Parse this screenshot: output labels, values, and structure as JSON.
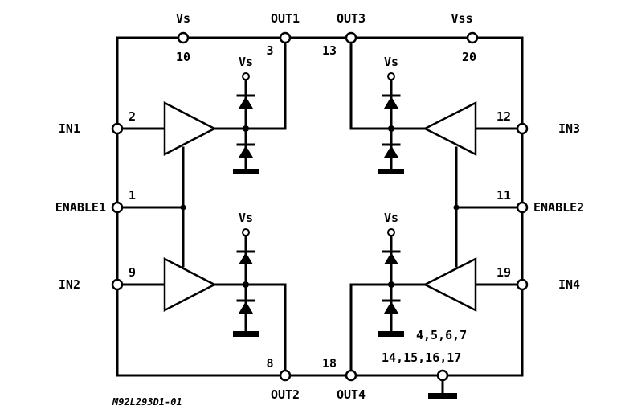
{
  "diagram": {
    "top_pins": {
      "vs": {
        "name": "Vs",
        "number": "10"
      },
      "out1": {
        "name": "OUT1",
        "number": "3"
      },
      "out3": {
        "name": "OUT3",
        "number": "13"
      },
      "vss": {
        "name": "Vss",
        "number": "20"
      }
    },
    "side_pins": {
      "in1": {
        "name": "IN1",
        "number": "2"
      },
      "enable1": {
        "name": "ENABLE1",
        "number": "1"
      },
      "in2": {
        "name": "IN2",
        "number": "9"
      },
      "in3": {
        "name": "IN3",
        "number": "12"
      },
      "enable2": {
        "name": "ENABLE2",
        "number": "11"
      },
      "in4": {
        "name": "IN4",
        "number": "19"
      }
    },
    "bottom_pins": {
      "out2": {
        "name": "OUT2",
        "number": "8"
      },
      "out4": {
        "name": "OUT4",
        "number": "18"
      }
    },
    "diode_supply_label": "Vs",
    "ground_pins_line1": "4,5,6,7",
    "ground_pins_line2": "14,15,16,17",
    "figure_code": "M92L293D1-01"
  }
}
